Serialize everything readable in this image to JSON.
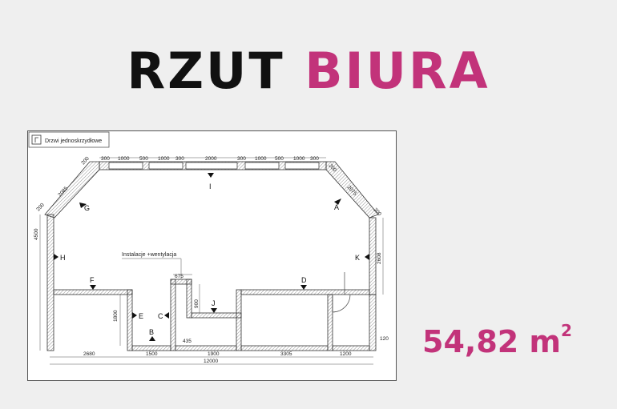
{
  "title": {
    "word1": "RZUT",
    "word2": "BIURA"
  },
  "area": {
    "value": "54,82 m",
    "unit_sup": "2"
  },
  "legend": {
    "text": "Drzwi jednoskrzydłowe"
  },
  "installation_note": "Instalacje +wentylacja",
  "dims_top": [
    "300",
    "1000",
    "500",
    "1000",
    "300",
    "2000",
    "300",
    "1000",
    "500",
    "1000",
    "300"
  ],
  "dims_diag": {
    "left_len": "2085",
    "left_a": "200",
    "left_b": "200",
    "right_len": "2075",
    "right_a": "200",
    "right_b": "200"
  },
  "dims_side": {
    "left": "4500",
    "right": "2608",
    "niche_left": "1800",
    "niche_depth": "900",
    "niche_top": "675",
    "small": "435",
    "right_corner": "120"
  },
  "dims_bottom": [
    "2680",
    "1500",
    "1900",
    "3305",
    "1200"
  ],
  "dim_total": "12000",
  "view_labels": [
    "A",
    "B",
    "C",
    "D",
    "E",
    "F",
    "G",
    "H",
    "I",
    "J",
    "K"
  ],
  "colors": {
    "accent": "#c2337a",
    "dark": "#111111"
  }
}
